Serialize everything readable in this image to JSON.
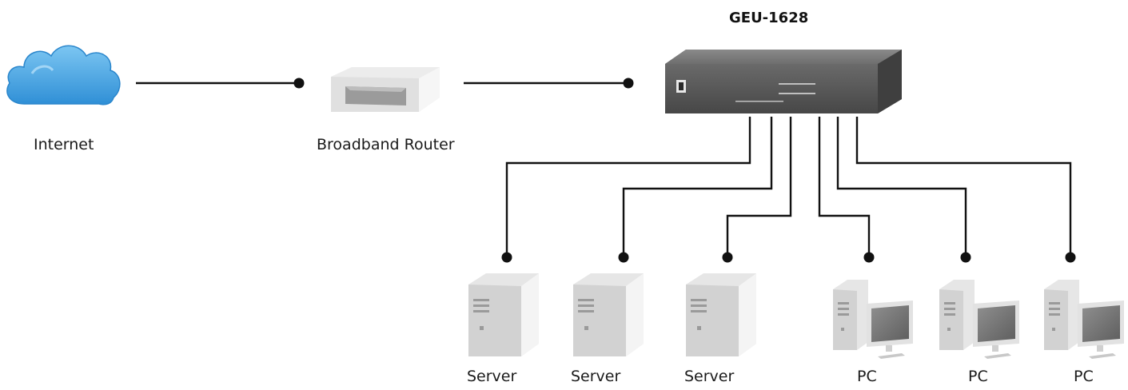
{
  "switch": {
    "model_label": "GEU-1628"
  },
  "nodes": {
    "internet": {
      "label": "Internet",
      "icon": "cloud-icon"
    },
    "router": {
      "label": "Broadband Router",
      "icon": "router-icon"
    },
    "server_1": {
      "label": "Server",
      "icon": "server-tower-icon"
    },
    "server_2": {
      "label": "Server",
      "icon": "server-tower-icon"
    },
    "server_3": {
      "label": "Server",
      "icon": "server-tower-icon"
    },
    "pc_1": {
      "label": "PC",
      "icon": "desktop-pc-icon"
    },
    "pc_2": {
      "label": "PC",
      "icon": "desktop-pc-icon"
    },
    "pc_3": {
      "label": "PC",
      "icon": "desktop-pc-icon"
    }
  },
  "connections": [
    {
      "from": "Internet",
      "to": "Broadband Router"
    },
    {
      "from": "Broadband Router",
      "to": "GEU-1628"
    },
    {
      "from": "GEU-1628",
      "to": "Server"
    },
    {
      "from": "GEU-1628",
      "to": "Server"
    },
    {
      "from": "GEU-1628",
      "to": "Server"
    },
    {
      "from": "GEU-1628",
      "to": "PC"
    },
    {
      "from": "GEU-1628",
      "to": "PC"
    },
    {
      "from": "GEU-1628",
      "to": "PC"
    }
  ],
  "colors": {
    "line": "#111111",
    "cloud": "#3d9ee0",
    "device_gray": "#e2e2e2"
  }
}
